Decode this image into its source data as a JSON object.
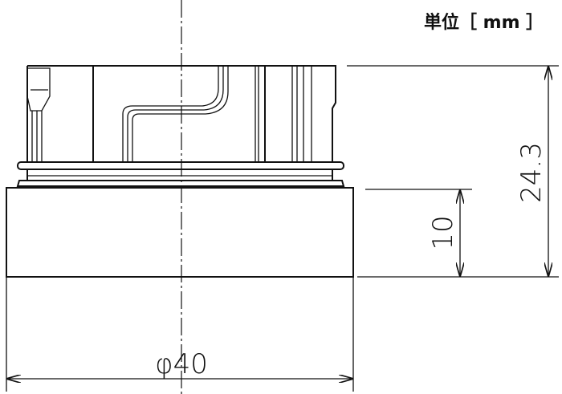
{
  "unit_label": "単位［ mm ］",
  "dimensions": {
    "total_height": "24.3",
    "base_height": "10",
    "diameter": "φ40"
  }
}
